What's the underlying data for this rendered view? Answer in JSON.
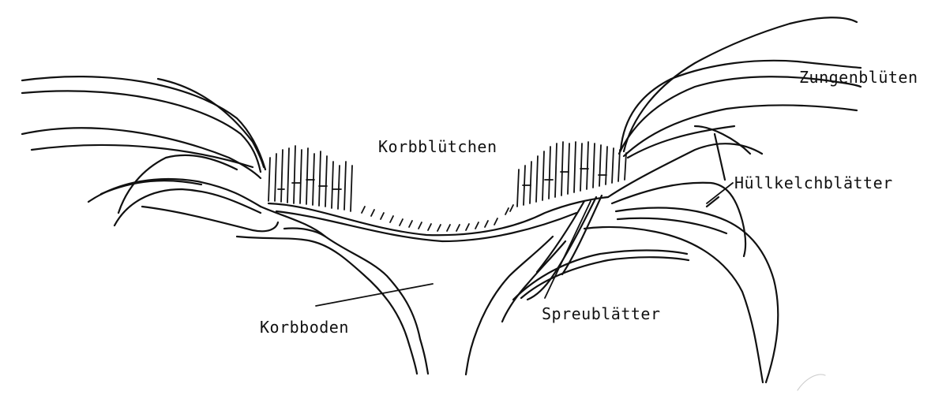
{
  "labels": {
    "korbbluetchen": "Korbblütchen",
    "zungenblueten": "Zungenblüten",
    "huellkelchblaetter": "Hüllkelchblätter",
    "spreublaetter": "Spreublätter",
    "korbboden": "Korbboden"
  },
  "colors": {
    "ink": "#111111",
    "background": "#ffffff"
  }
}
